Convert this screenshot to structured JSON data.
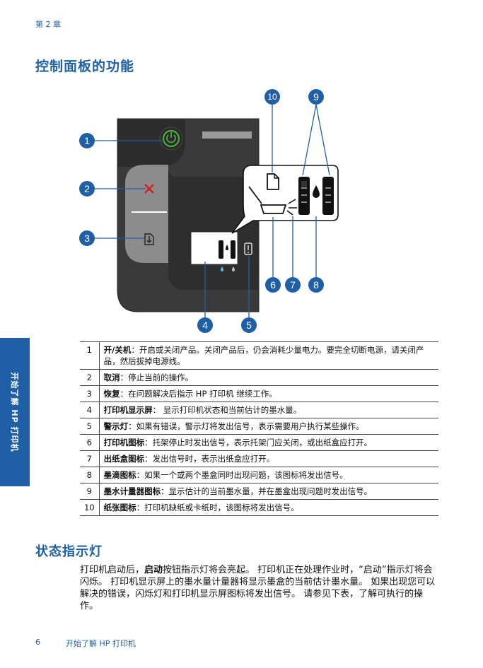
{
  "header": {
    "chapter": "第 2 章"
  },
  "section_title": "控制面板的功能",
  "figure": {
    "callouts": [
      "1",
      "2",
      "3",
      "4",
      "5",
      "6",
      "7",
      "8",
      "9",
      "10"
    ],
    "icons": {
      "power": "power-icon",
      "cancel": "x-icon",
      "resume": "resume-icon",
      "warning": "warning-icon",
      "paper": "paper-icon",
      "ink": "ink-drop-icon",
      "tray": "tray-icon"
    },
    "colors": {
      "panel": "#3b3b3b",
      "button": "#8c8c8c",
      "power_ring": "#4caf3a",
      "cancel": "#d32020",
      "callout": "#1f5fa6"
    }
  },
  "table": {
    "rows": [
      {
        "num": "1",
        "term": "开/关机",
        "desc": "：开启或关闭产品。关闭产品后，仍会消耗少量电力。要完全切断电源，请关闭产品，然后拔掉电源线。"
      },
      {
        "num": "2",
        "term": "取消",
        "desc": "：停止当前的操作。"
      },
      {
        "num": "3",
        "term": "恢复",
        "desc": "：在问题解决后指示 HP 打印机 继续工作。"
      },
      {
        "num": "4",
        "term": "打印机显示屏",
        "desc": "： 显示打印机状态和当前估计的墨水量。"
      },
      {
        "num": "5",
        "term": "警示灯",
        "desc": "：如果有错误，警示灯将发出信号，表示需要用户执行某些操作。"
      },
      {
        "num": "6",
        "term": "打印机图标",
        "desc": "：托架停止时发出信号，表示托架门应关闭，或出纸盒应打开。"
      },
      {
        "num": "7",
        "term": "出纸盒图标",
        "desc": "：发出信号时，表示出纸盒应打开。"
      },
      {
        "num": "8",
        "term": "墨滴图标",
        "desc": "：如果一个或两个墨盒同时出现问题，该图标将发出信号。"
      },
      {
        "num": "9",
        "term": "墨水计量器图标",
        "desc": "：显示估计的当前墨水量，并在墨盒出现问题时发出信号。"
      },
      {
        "num": "10",
        "term": "纸张图标",
        "desc": "：打印机缺纸或卡纸时，该图标将发出信号。"
      }
    ]
  },
  "status_section": {
    "title": "状态指示灯",
    "para_before": "打印机启动后，",
    "para_bold": "启动",
    "para_after": "按钮指示灯将会亮起。 打印机正在处理作业时，“启动”指示灯将会闪烁。 打印机显示屏上的墨水量计量器将显示墨盒的当前估计墨水量。 如果出现您可以解决的错误，闪烁灯和打印机显示屏图标将发出信号。 请参见下表，了解可执行的操作。"
  },
  "side_tab": "开始了解 HP 打印机",
  "footer": {
    "page_number": "6",
    "title": "开始了解 HP 打印机"
  }
}
